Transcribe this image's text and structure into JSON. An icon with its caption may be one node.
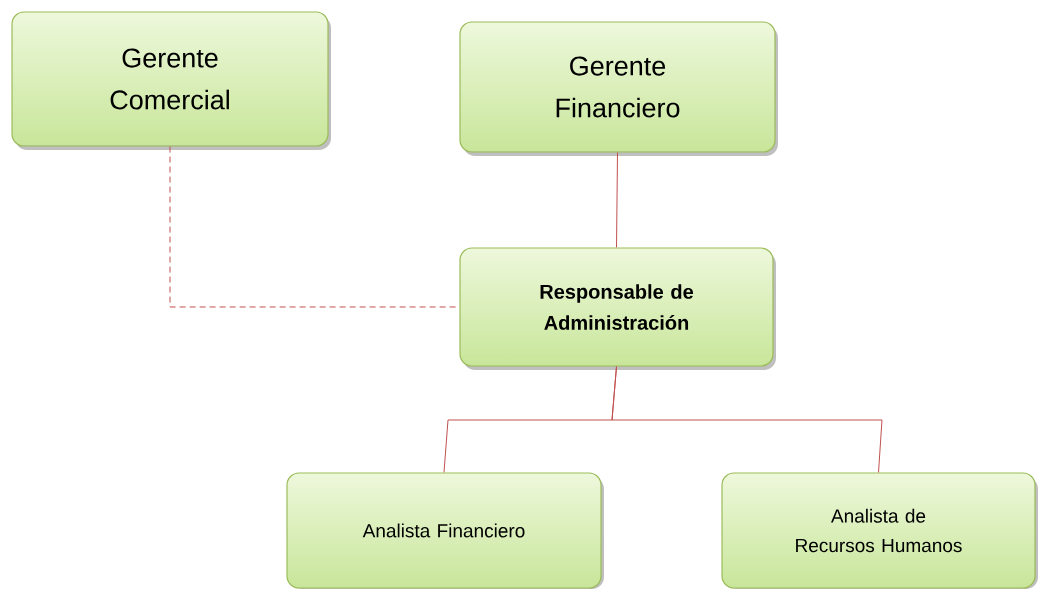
{
  "diagram": {
    "nodes": [
      {
        "text": [
          "Gerente Comercial"
        ]
      },
      {
        "text": [
          "Gerente Financiero"
        ]
      },
      {
        "text": [
          "**Responsable de Administración**"
        ]
      },
      {
        "text": [
          "Analista Financiero"
        ]
      },
      {
        "text": [
          "Analista de Recursos Humanos"
        ]
      }
    ],
    "edges": [
      {
        "from": 1,
        "to": 2,
        "arrow": "none"
      },
      {
        "from": 0,
        "to": 2,
        "arrow": "none",
        "style": "dashed"
      },
      {
        "from": 2,
        "to": 3,
        "arrow": "none"
      },
      {
        "from": 2,
        "to": 4,
        "arrow": "none"
      }
    ]
  }
}
